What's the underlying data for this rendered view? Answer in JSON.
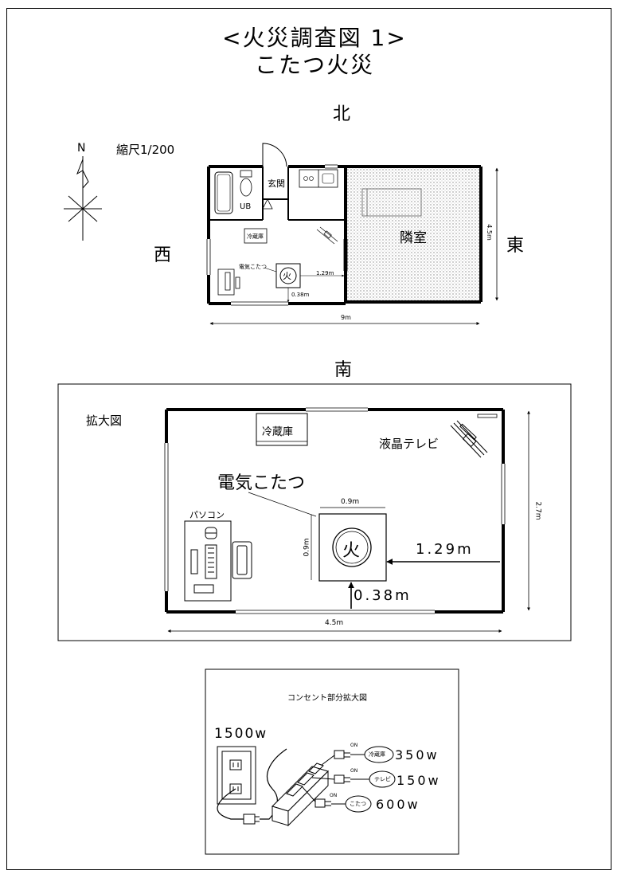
{
  "title": {
    "line1": "<火災調査図 1>",
    "line2": "こたつ火災"
  },
  "directions": {
    "north": "北",
    "south": "南",
    "east": "東",
    "west": "西",
    "compass_n": "N"
  },
  "scale": "縮尺1/200",
  "floorplan": {
    "bath": "UB",
    "entrance": "玄関",
    "neighbor": "隣室",
    "fridge": "冷蔵庫",
    "kotatsu": "電気こたつ",
    "fire": "火",
    "dim_east": "4.5m",
    "dim_width": "9m",
    "dim_kotatsu_right": "1.29m",
    "dim_kotatsu_bottom": "0.38m"
  },
  "enlarged": {
    "label": "拡大図",
    "fridge": "冷蔵庫",
    "tv": "液晶テレビ",
    "kotatsu": "電気こたつ",
    "pc": "パソコン",
    "fire": "火",
    "dim_kotatsu_w": "0.9m",
    "dim_kotatsu_h": "0.9m",
    "dim_right": "1.29m",
    "dim_bottom": "0.38m",
    "dim_height": "2.7m",
    "dim_width": "4.5m"
  },
  "outlet": {
    "title": "コンセント部分拡大図",
    "wall_total": "1500w",
    "on_label": "ON",
    "devices": [
      {
        "name": "冷蔵庫",
        "watt": "350w"
      },
      {
        "name": "テレビ",
        "watt": "150w"
      },
      {
        "name": "こたつ",
        "watt": "600w"
      }
    ]
  }
}
